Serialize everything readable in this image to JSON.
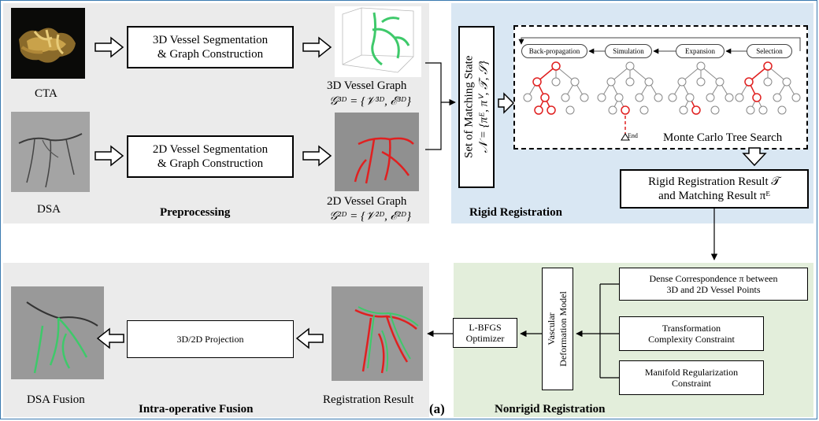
{
  "preprocessing": {
    "title": "Preprocessing",
    "cta_label": "CTA",
    "dsa_label": "DSA",
    "seg3d_line1": "3D Vessel Segmentation",
    "seg3d_line2": "& Graph Construction",
    "seg2d_line1": "2D Vessel Segmentation",
    "seg2d_line2": "& Graph Construction",
    "graph3d_title": "3D Vessel Graph",
    "graph3d_formula": "𝒢³ᴰ = {𝒱³ᴰ, ℰ³ᴰ}",
    "graph2d_title": "2D Vessel Graph",
    "graph2d_formula": "𝒢²ᴰ = {𝒱²ᴰ, ℰ²ᴰ}"
  },
  "rigid": {
    "title": "Rigid Registration",
    "state_line1": "Set of Matching State",
    "state_line2": "𝒩 = {πᴱ, πⱽ, 𝒯, 𝒮}",
    "mcts_title": "Monte Carlo Tree Search",
    "stages": [
      "Back-propagation",
      "Simulation",
      "Expansion",
      "Selection"
    ],
    "end_label": "End",
    "result_line1": "Rigid Registration Result 𝒯",
    "result_line2": "and Matching Result πᴱ"
  },
  "nonrigid": {
    "title": "Nonrigid Registration",
    "dense_line1": "Dense Correspondence π  between",
    "dense_line2": "3D and 2D Vessel Points",
    "transform_line1": "Transformation",
    "transform_line2": "Complexity Constraint",
    "manifold_line1": "Manifold Regularization",
    "manifold_line2": "Constraint",
    "model_line1": "Vascular",
    "model_line2": "Deformation Model",
    "optimizer_line1": "L-BFGS",
    "optimizer_line2": "Optimizer"
  },
  "fusion": {
    "title": "Intra-operative Fusion",
    "projection": "3D/2D Projection",
    "registration_result": "Registration Result",
    "dsa_fusion": "DSA Fusion"
  },
  "figure_tag": "(a)",
  "colors": {
    "gray_panel": "#ebebeb",
    "blue_panel": "#d9e7f3",
    "green_panel": "#e3eedb",
    "vessel_red": "#e02020",
    "vessel_green": "#3ec96a"
  }
}
